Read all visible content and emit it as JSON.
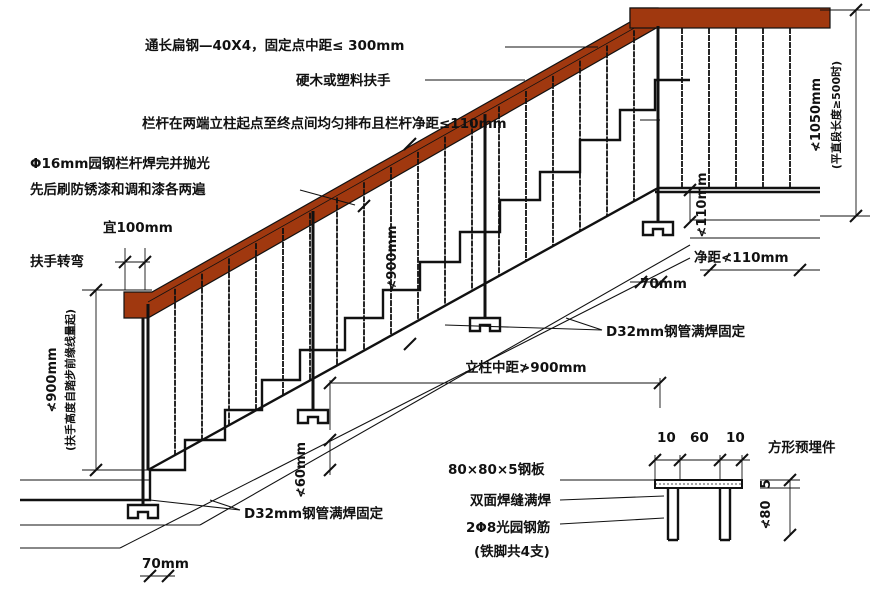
{
  "colors": {
    "handrail": "#a0380f",
    "line": "#111111",
    "background": "#ffffff"
  },
  "labels": {
    "flat_steel": "通长扁钢—40X4，固定点中距≤ 300mm",
    "handrail_material": "硬木或塑料扶手",
    "baluster_spacing": "栏杆在两端立柱起点至终点间均匀排布且栏杆净距≤110mm",
    "round_steel_1": "Φ16mm园钢栏杆焊完并抛光",
    "round_steel_2": "先后刷防锈漆和调和漆各两遍",
    "offset_100": "宜100mm",
    "handrail_turn": "扶手转弯",
    "height_900": "≮900mm",
    "height_900_note": "(扶手高度自踏步前缘线量起)",
    "rail_height_900": "≮900mm",
    "height_1050": "≮1050mm",
    "height_1050_note": "(平直段长度≥500时)",
    "gap_110_vertical": "≮110mm",
    "clear_110": "净距≮110mm",
    "offset_70_upper": "70mm",
    "pipe_weld_upper": "D32mm钢管满焊固定",
    "post_spacing": "立柱中距≯900mm",
    "gap_60": "≮60mm",
    "pipe_weld_lower": "D32mm钢管满焊固定",
    "offset_70_lower": "70mm",
    "detail_title": "方形预埋件",
    "detail_10_left": "10",
    "detail_60": "60",
    "detail_10_right": "10",
    "detail_plate": "80×80×5钢板",
    "detail_weld": "双面焊缝满焊",
    "detail_bar": "2Φ8光园钢筋",
    "detail_bar_note": "(铁脚共4支)",
    "detail_80": "≮80",
    "detail_5": "5"
  }
}
